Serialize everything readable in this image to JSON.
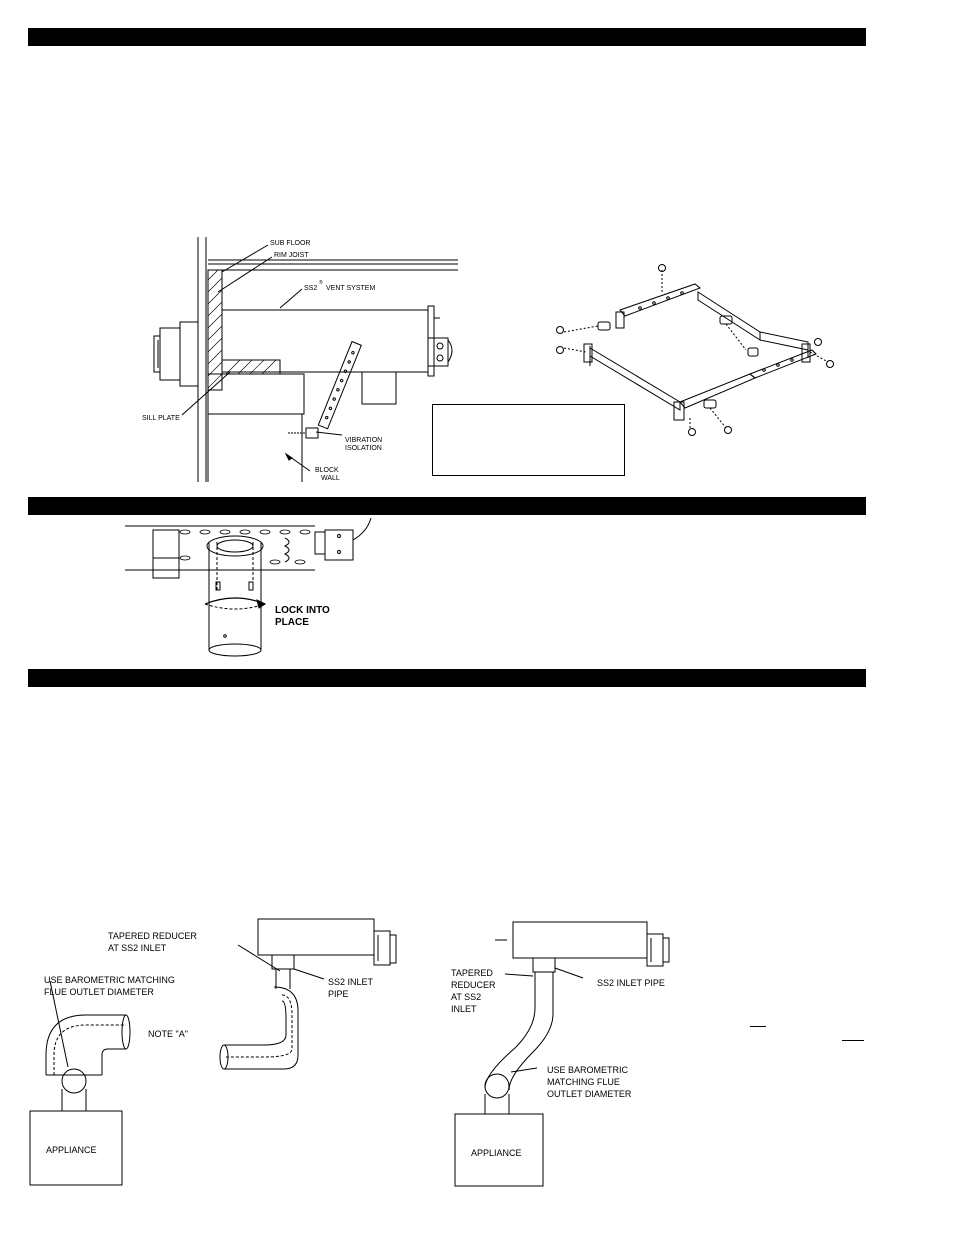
{
  "figure1": {
    "labels": {
      "sub_floor": "SUB FLOOR",
      "rim_joist": "RIM JOIST",
      "vent_system": "SS2",
      "vent_system_mark": "®",
      "vent_system_suffix": "VENT SYSTEM",
      "sill_plate": "SILL PLATE",
      "vibration_1": "VIBRATION",
      "vibration_2": "ISOLATION",
      "block_1": "BLOCK",
      "block_2": "WALL"
    }
  },
  "figure2": {
    "lock_1": "LOCK INTO",
    "lock_2": "PLACE"
  },
  "figure3": {
    "tapered_1": "TAPERED REDUCER",
    "tapered_2": "AT SS2 INLET",
    "barometric_1": "USE BAROMETRIC MATCHING",
    "barometric_2": "FLUE OUTLET DIAMETER",
    "inlet_1": "SS2 INLET",
    "inlet_2": "PIPE",
    "note_a": "NOTE \"A\"",
    "appliance": "APPLIANCE"
  },
  "figure4": {
    "tapered_1": "TAPERED",
    "tapered_2": "REDUCER",
    "tapered_3": "AT SS2",
    "tapered_4": "INLET",
    "inlet": "SS2 INLET PIPE",
    "barometric_1": "USE BAROMETRIC",
    "barometric_2": "MATCHING FLUE",
    "barometric_3": "OUTLET DIAMETER",
    "appliance": "APPLIANCE"
  }
}
